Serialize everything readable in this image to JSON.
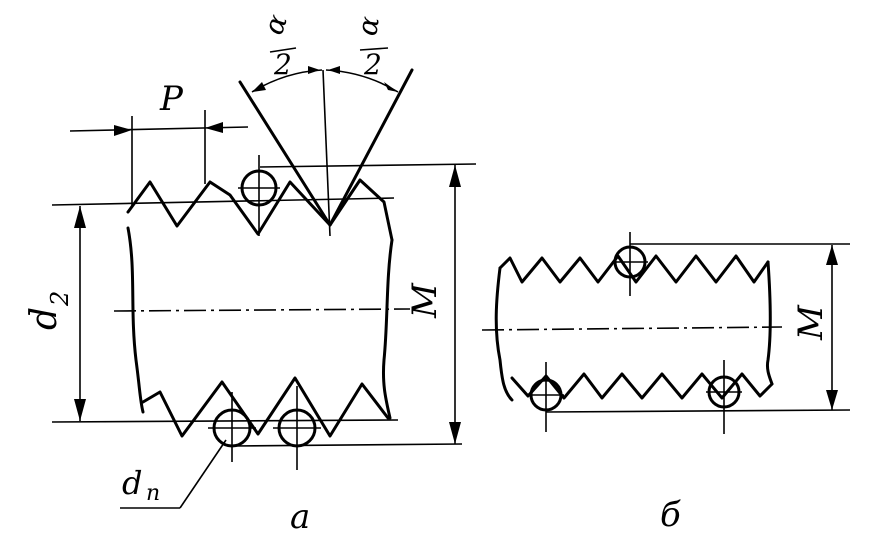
{
  "labels": {
    "pitch": "P",
    "half_angle_left_num": "α",
    "half_angle_left_den": "2",
    "half_angle_right_num": "α",
    "half_angle_right_den": "2",
    "pitch_diameter": "d",
    "pitch_diameter_sub": "2",
    "measurement_a": "M",
    "measurement_b": "M",
    "wire_diameter": "d",
    "wire_diameter_sub": "п",
    "caption_a": "а",
    "caption_b": "б"
  }
}
